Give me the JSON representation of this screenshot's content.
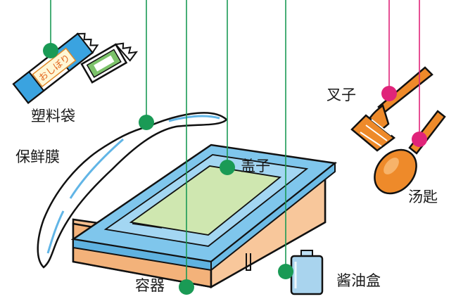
{
  "labels": {
    "plastic_bag": "塑料袋",
    "plastic_wrap": "保鲜膜",
    "lid": "盖子",
    "container": "容器",
    "soy_sauce_box": "酱油盒",
    "fork": "叉子",
    "spoon": "汤匙"
  },
  "wrapper_print": "おしぼり",
  "colors": {
    "green_leader": "#1a9a55",
    "pink_leader": "#e0247a",
    "tray_orange": "#f6c090",
    "lid_blue": "#7fc6ec",
    "lid_inner_green": "#cfe7b0",
    "cutlery_orange": "#ee8a2a",
    "soy_box_blue": "#a9d4ee",
    "wrapper_blue": "#3aa3e0",
    "wrapper_green": "#7cc26a"
  }
}
